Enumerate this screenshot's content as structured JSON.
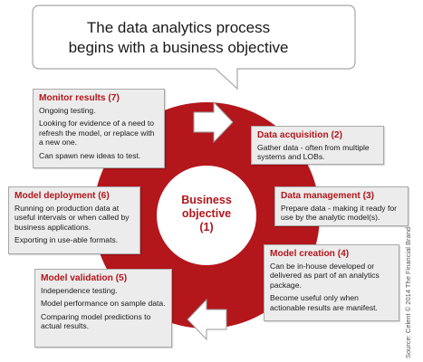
{
  "colors": {
    "ring": "#b3161b",
    "title": "#b3161b",
    "box_bg": "#ececec",
    "box_border": "#a8a8a8",
    "bubble_border": "#a8a8a8"
  },
  "bubble": {
    "line1": "The data analytics process",
    "line2": "begins with a business objective"
  },
  "center": {
    "line1": "Business",
    "line2": "objective",
    "line3": "(1)"
  },
  "boxes": {
    "monitor": {
      "title": "Monitor results (7)",
      "items": [
        "Ongoing testing.",
        "Looking for evidence of a need to refresh the model, or replace with a new one.",
        "Can spawn new ideas to test."
      ]
    },
    "deployment": {
      "title": "Model deployment (6)",
      "items": [
        "Running on production data at useful intervals or when called by business applications.",
        "Exporting in use-able formats."
      ]
    },
    "validation": {
      "title": "Model validation (5)",
      "items": [
        "Independence testing.",
        "Model performance on sample data.",
        "Comparing model predictions to actual results."
      ]
    },
    "acquisition": {
      "title": "Data acquisition (2)",
      "items": [
        "Gather data - often from multiple systems and LOBs."
      ]
    },
    "management": {
      "title": "Data management (3)",
      "items": [
        "Prepare data - making it ready for use by the analytic model(s)."
      ]
    },
    "creation": {
      "title": "Model creation (4)",
      "items": [
        "Can be in-house developed or delivered as part of an analytics package.",
        "Become useful only when actionable results are manifest."
      ]
    }
  },
  "source": "Source: Celent © 2014 The Financial Brand",
  "icons": [
    "arrow-right-icon",
    "arrow-left-icon"
  ]
}
